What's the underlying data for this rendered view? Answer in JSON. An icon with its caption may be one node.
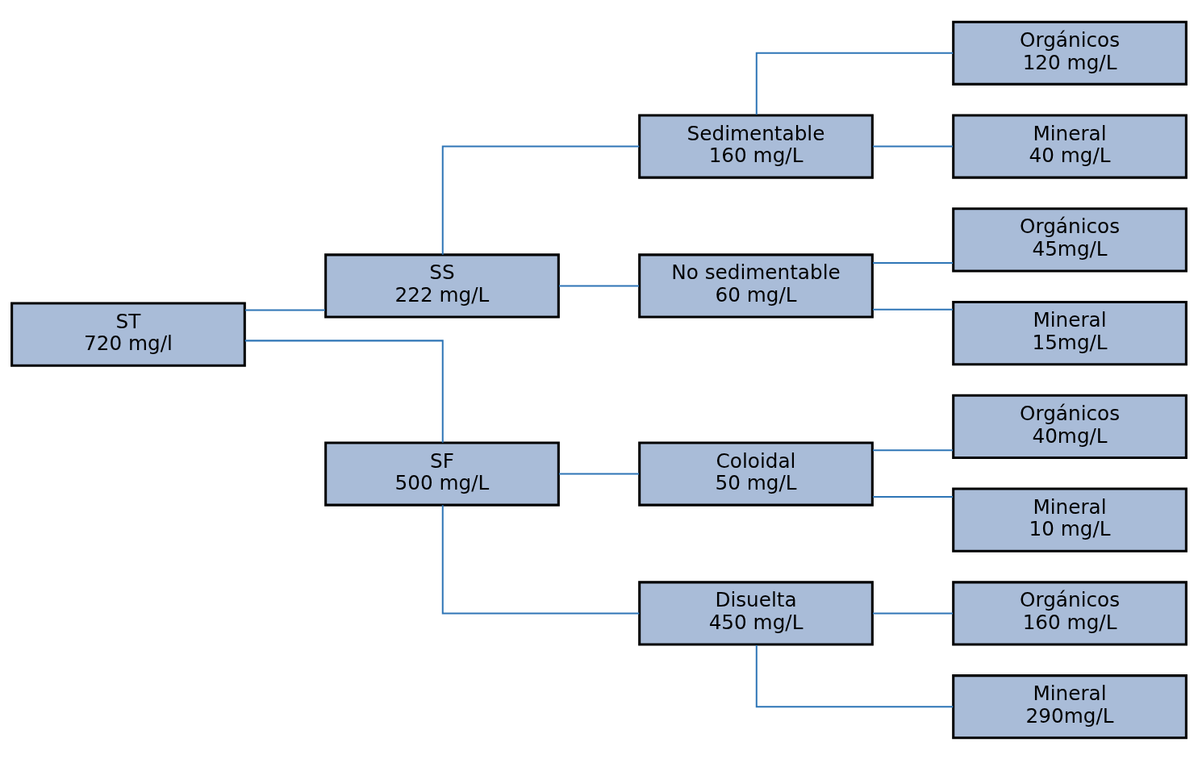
{
  "diagram": {
    "nodes": [
      {
        "text": [
          "ST",
          "720 mg/l"
        ]
      },
      {
        "text": [
          "SS",
          "222 mg/L"
        ]
      },
      {
        "text": [
          "SF",
          "500 mg/L"
        ]
      },
      {
        "text": [
          "Sedimentable",
          "160 mg/L"
        ]
      },
      {
        "text": [
          "No sedimentable",
          "60 mg/L"
        ]
      },
      {
        "text": [
          "Coloidal",
          "50 mg/L"
        ]
      },
      {
        "text": [
          "Disuelta",
          "450 mg/L"
        ]
      },
      {
        "text": [
          "Orgánicos",
          "120 mg/L"
        ]
      },
      {
        "text": [
          "Mineral",
          "40 mg/L"
        ]
      },
      {
        "text": [
          "Orgánicos",
          "45mg/L"
        ]
      },
      {
        "text": [
          "Mineral",
          "15mg/L"
        ]
      },
      {
        "text": [
          "Orgánicos",
          "40mg/L"
        ]
      },
      {
        "text": [
          "Mineral",
          "10 mg/L"
        ]
      },
      {
        "text": [
          "Orgánicos",
          "160 mg/L"
        ]
      },
      {
        "text": [
          "Mineral",
          "290mg/L"
        ]
      }
    ],
    "edges": [
      {
        "from": 0,
        "to": 1,
        "arrow": "none"
      },
      {
        "from": 0,
        "to": 2,
        "arrow": "none"
      },
      {
        "from": 1,
        "to": 3,
        "arrow": "none"
      },
      {
        "from": 1,
        "to": 4,
        "arrow": "none"
      },
      {
        "from": 2,
        "to": 5,
        "arrow": "none"
      },
      {
        "from": 2,
        "to": 6,
        "arrow": "none"
      },
      {
        "from": 3,
        "to": 7,
        "arrow": "none"
      },
      {
        "from": 3,
        "to": 8,
        "arrow": "none"
      },
      {
        "from": 4,
        "to": 9,
        "arrow": "none"
      },
      {
        "from": 4,
        "to": 10,
        "arrow": "none"
      },
      {
        "from": 5,
        "to": 11,
        "arrow": "none"
      },
      {
        "from": 5,
        "to": 12,
        "arrow": "none"
      },
      {
        "from": 6,
        "to": 13,
        "arrow": "none"
      },
      {
        "from": 6,
        "to": 14,
        "arrow": "none"
      }
    ]
  }
}
